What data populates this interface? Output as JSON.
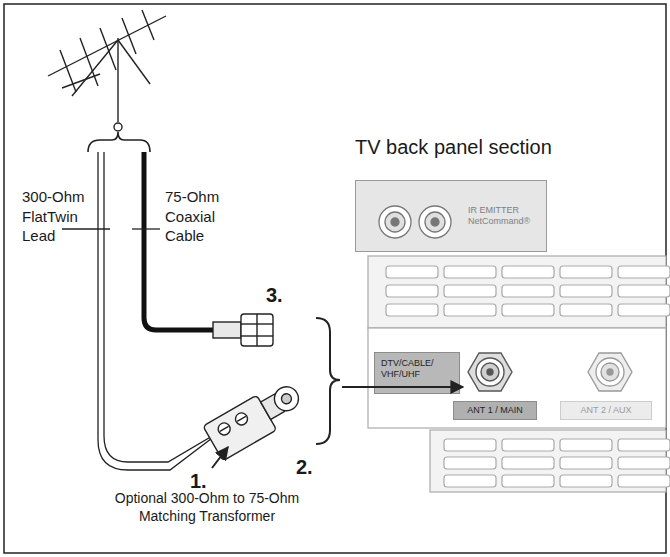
{
  "diagram": {
    "nodes": [
      {
        "text": [
          "IR EMITTER",
          "NetCommand®"
        ]
      },
      {
        "text": [
          "DTV/CABLE/ VHF/UHF"
        ]
      },
      {
        "text": [
          "ANT 1 / MAIN"
        ]
      },
      {
        "text": [
          "ANT 2 / AUX"
        ]
      }
    ],
    "labels": [
      "TV back panel section",
      "300-Ohm FlatTwin Lead",
      "75-Ohm Coaxial Cable",
      "3.",
      "1.",
      "2.",
      "Optional 300-Ohm to 75-Ohm Matching Transformer"
    ]
  }
}
